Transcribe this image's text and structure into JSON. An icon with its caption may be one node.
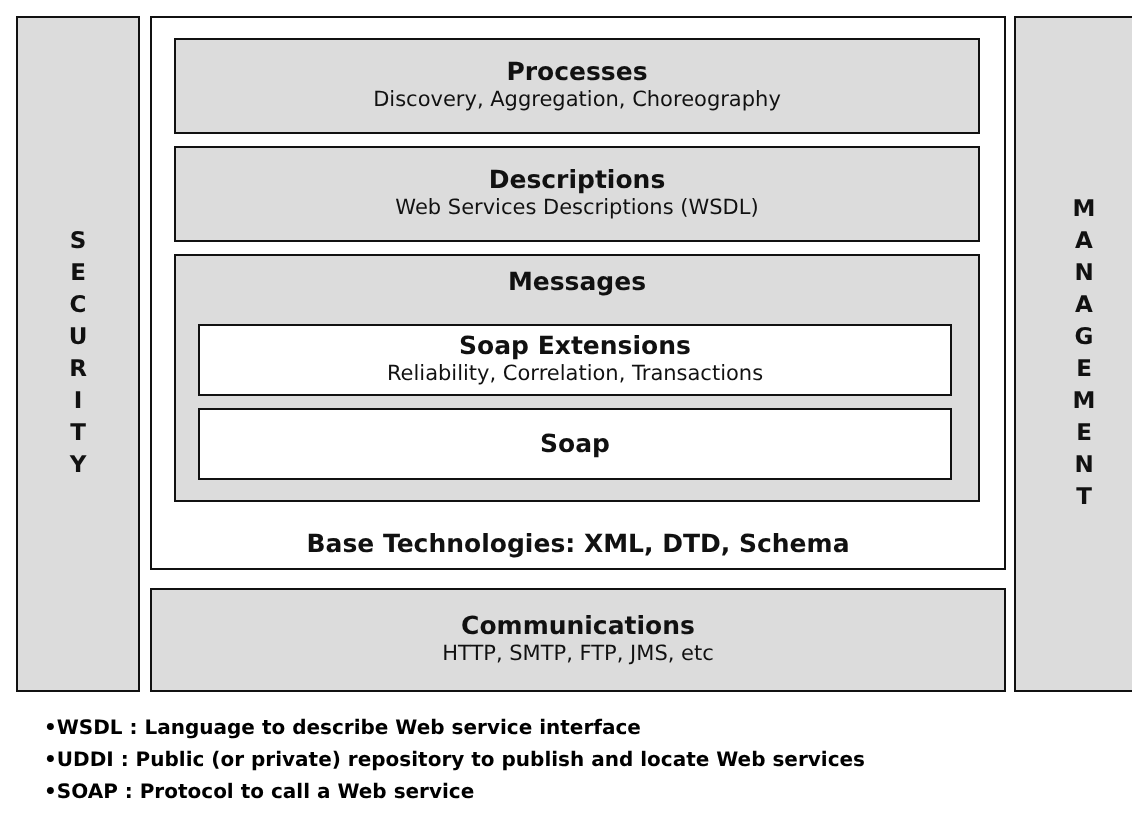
{
  "diagram": {
    "nodes": [
      {
        "text": [
          "SECURITY"
        ]
      },
      {
        "text": [
          "Base Technologies: XML, DTD, Schema"
        ]
      },
      {
        "text": [
          "Processes",
          "Discovery, Aggregation, Choreography"
        ],
        "in": 1
      },
      {
        "text": [
          "Descriptions",
          "Web Services Descriptions (WSDL)"
        ],
        "in": 1
      },
      {
        "text": [
          "Messages"
        ],
        "in": 1
      },
      {
        "text": [
          "Soap Extensions",
          "Reliability, Correlation, Transactions"
        ],
        "in": 4
      },
      {
        "text": [
          "Soap"
        ],
        "in": 4
      },
      {
        "text": [
          "MANAGEMENT"
        ]
      },
      {
        "text": [
          "Communications",
          "HTTP, SMTP, FTP, JMS, etc"
        ]
      }
    ],
    "edges": [],
    "labels": [
      "•WSDL : Language to describe Web service interface",
      "•UDDI : Public (or private) repository to publish and locate Web services",
      "•SOAP : Protocol to call a Web service"
    ]
  }
}
